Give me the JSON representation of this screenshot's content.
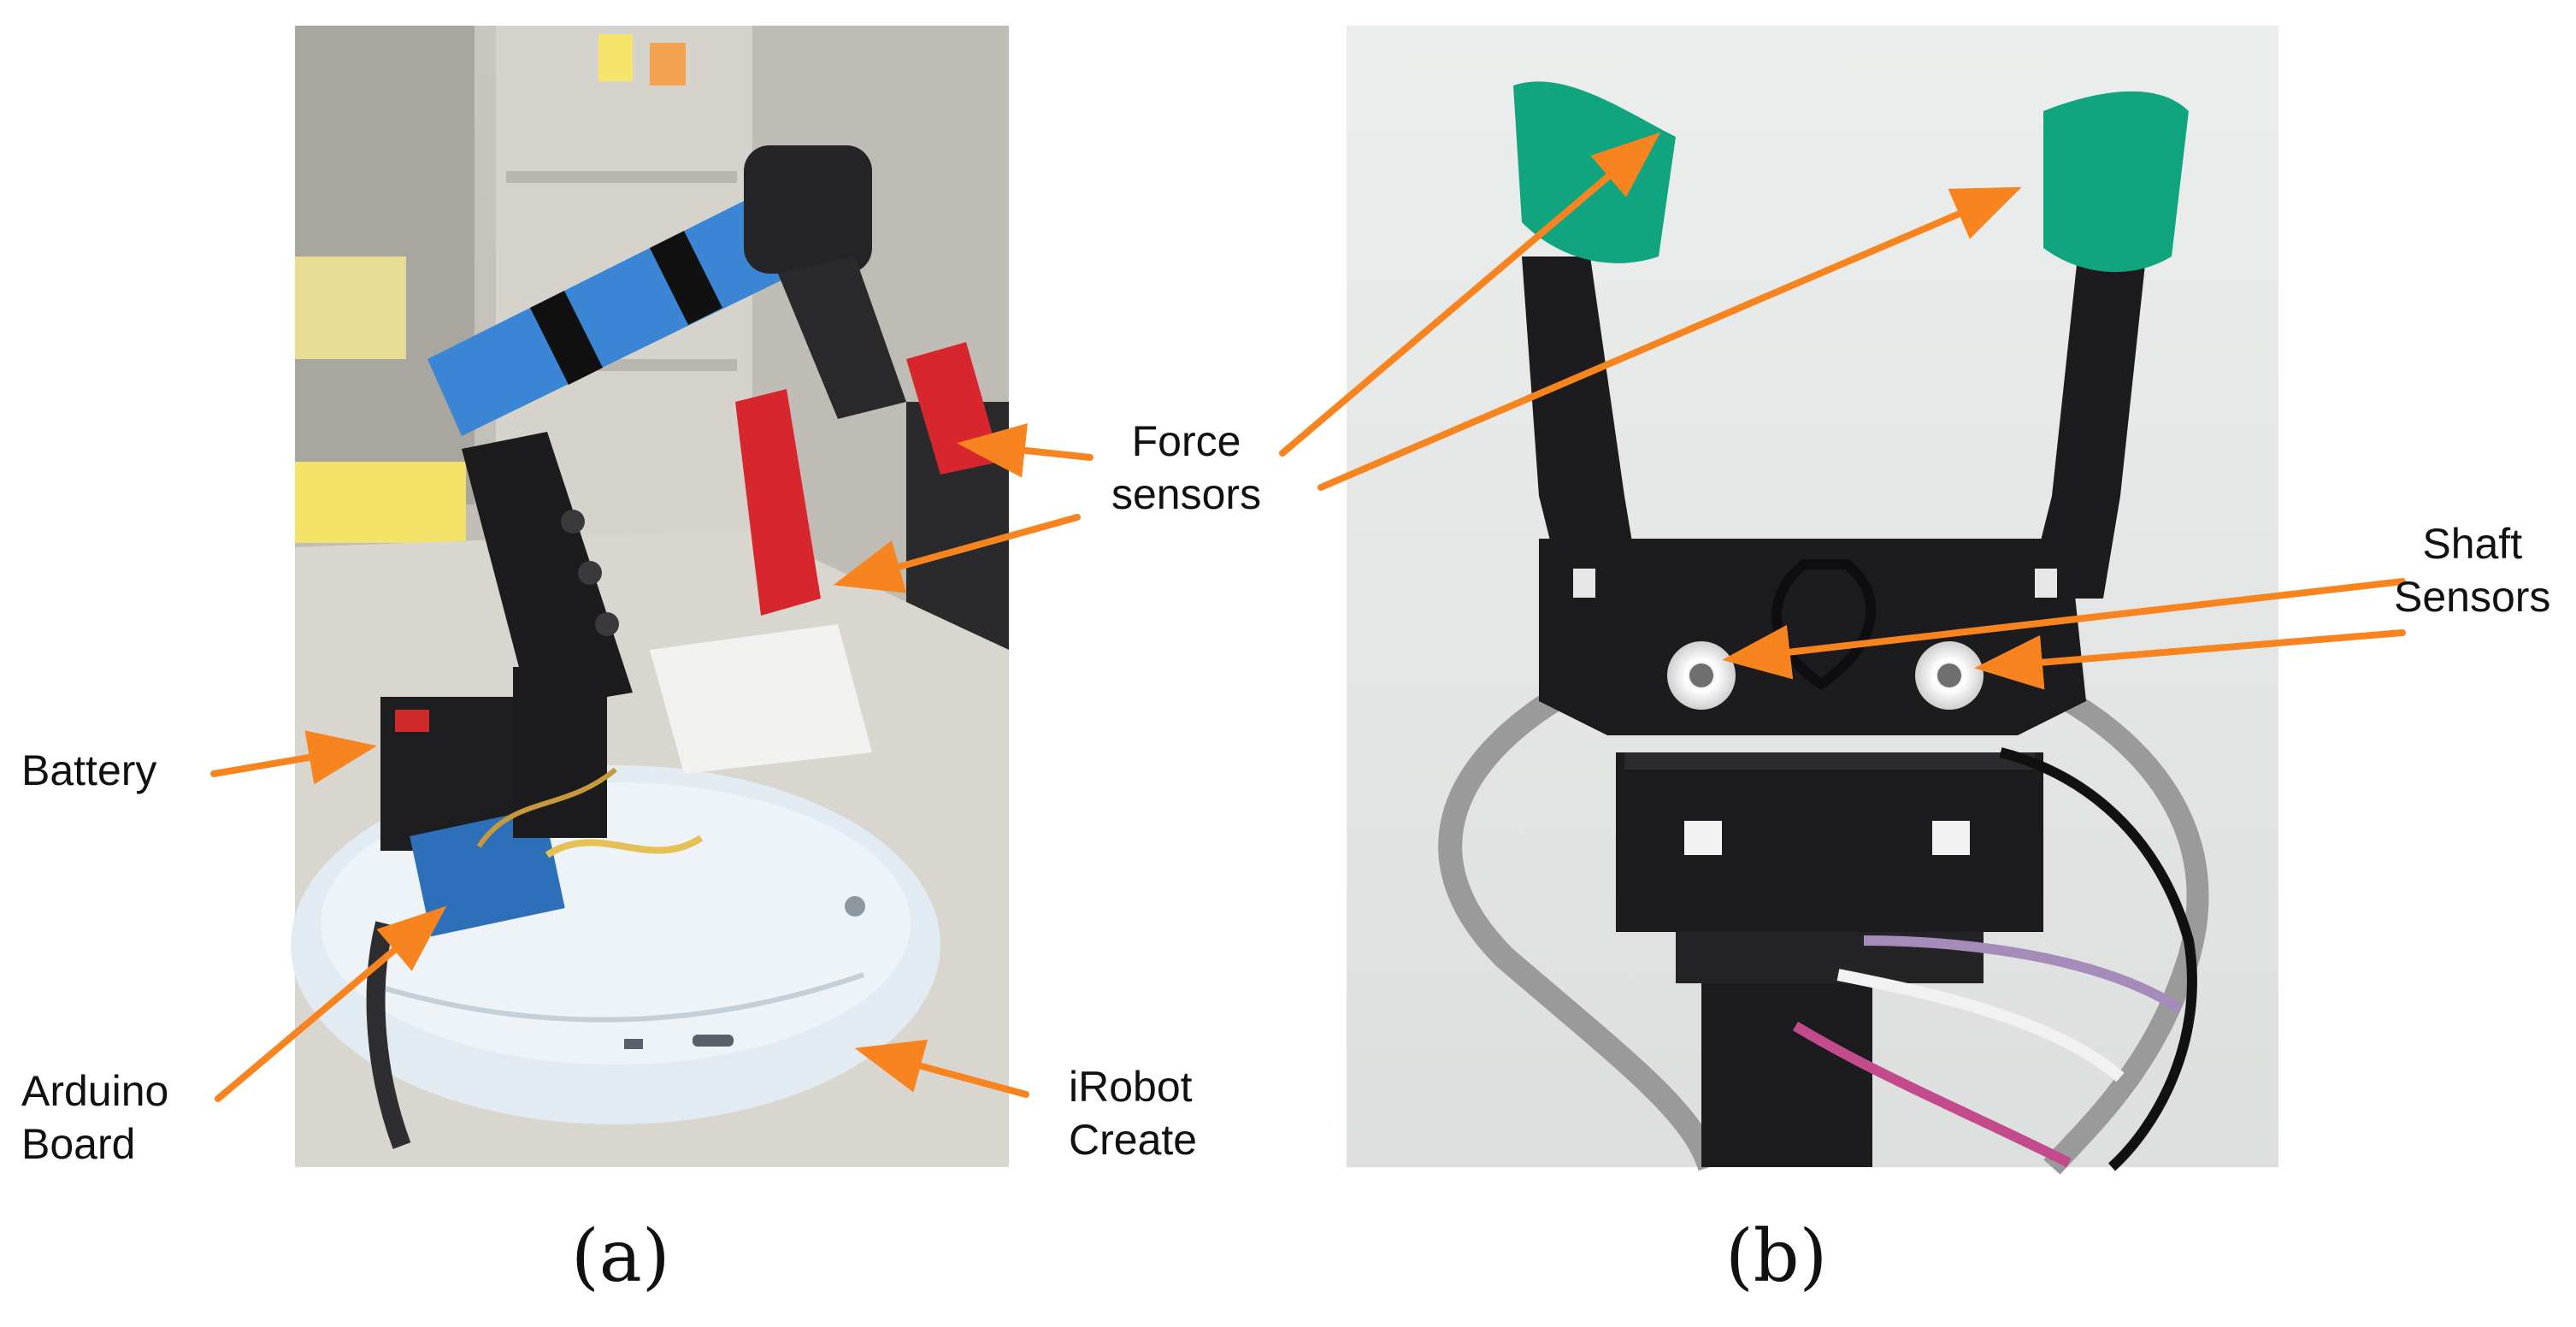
{
  "panels": {
    "a": {
      "caption": "(a)",
      "labels": {
        "force_sensors": [
          "Force",
          "sensors"
        ],
        "battery": "Battery",
        "arduino_board": [
          "Arduino",
          "Board"
        ],
        "irobot_create": [
          "iRobot",
          "Create"
        ]
      }
    },
    "b": {
      "caption": "(b)",
      "labels": {
        "shaft_sensors": [
          "Shaft",
          "Sensors"
        ]
      }
    }
  },
  "colors": {
    "arrow": "#f7841e",
    "arm_blue": "#3a86d4",
    "arm_black": "#1c1c1e",
    "tape_red": "#d8262f",
    "robot_white": "#e3ebf2",
    "pad_green": "#10a57f",
    "cable_gray": "#9a9a9a",
    "background_wall": "#cfcdc8",
    "board_gray": "#e9ebea"
  }
}
